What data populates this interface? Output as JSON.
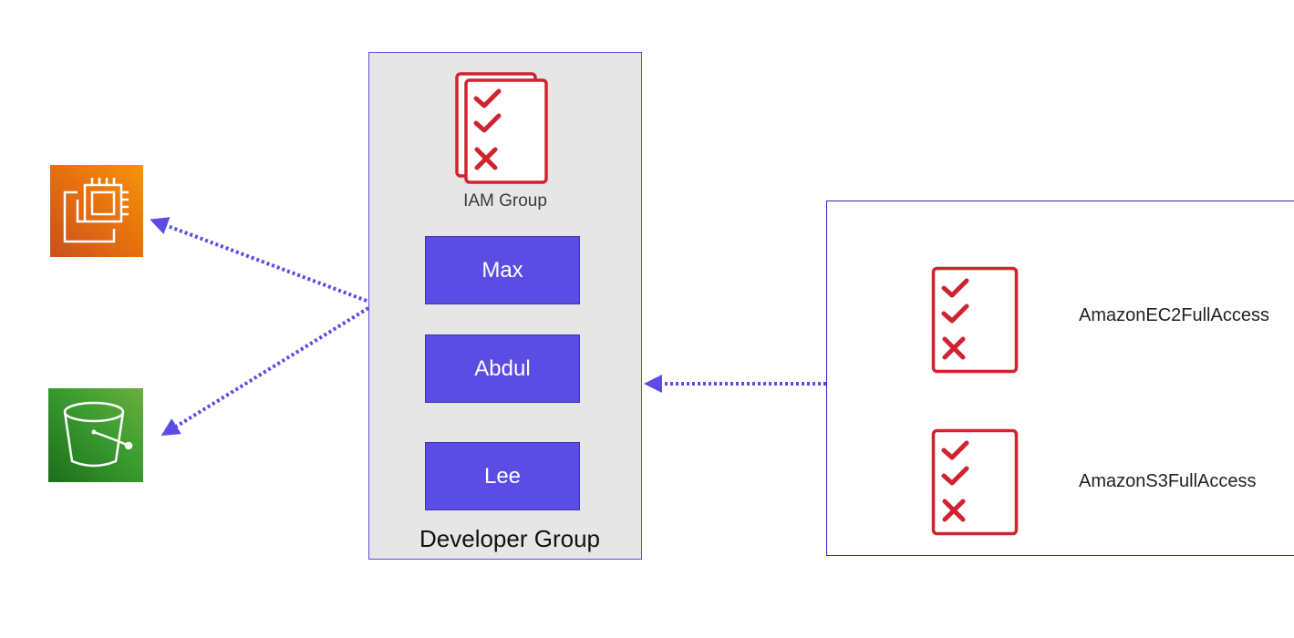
{
  "group": {
    "type_label": "IAM Group",
    "name": "Developer Group",
    "members": [
      "Max",
      "Abdul",
      "Lee"
    ]
  },
  "policies": [
    {
      "name": "AmazonEC2FullAccess"
    },
    {
      "name": "AmazonS3FullAccess"
    }
  ],
  "services": [
    {
      "icon": "ec2-chip-icon"
    },
    {
      "icon": "s3-bucket-icon"
    }
  ],
  "colors": {
    "member_fill": "#5b4ce4",
    "connector": "#5b4ce4",
    "policy_icon": "#d0232f",
    "group_fill": "#e6e6e6"
  }
}
